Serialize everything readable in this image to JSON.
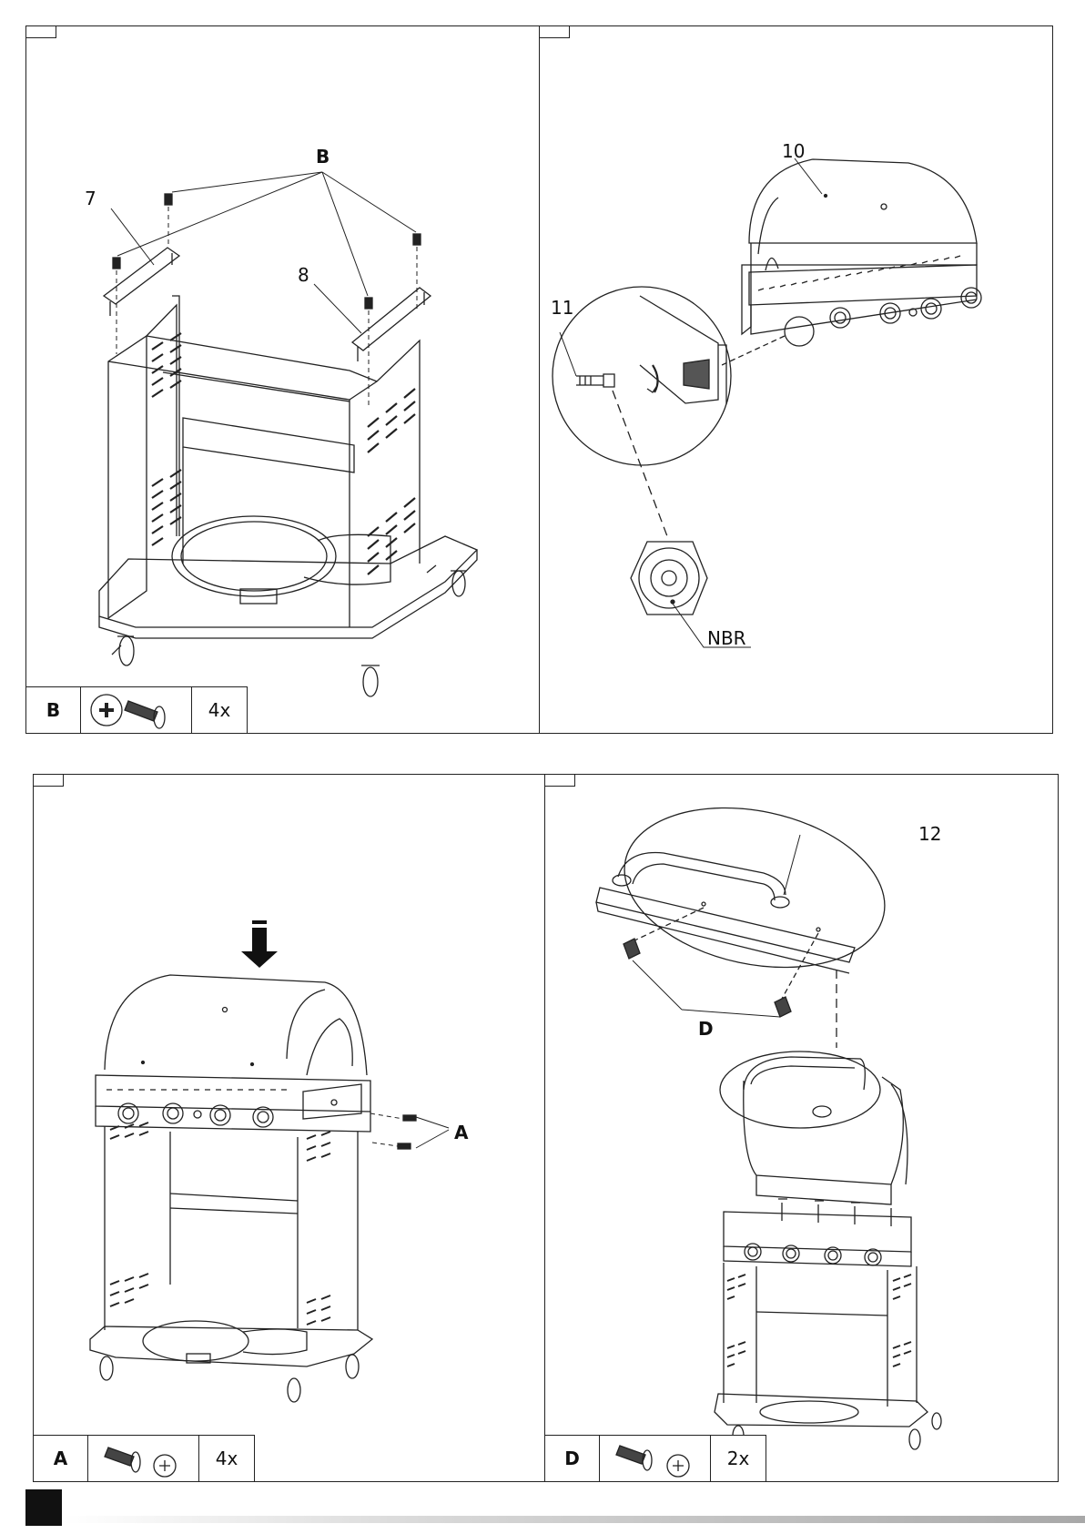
{
  "panels": {
    "p1": {
      "callouts": {
        "b": "B",
        "seven": "7",
        "eight": "8"
      },
      "legend": {
        "key": "B",
        "qty": "4x"
      }
    },
    "p2": {
      "callouts": {
        "ten": "10",
        "eleven": "11",
        "nbr": "NBR"
      }
    },
    "p3": {
      "callouts": {
        "a": "A"
      },
      "legend": {
        "key": "A",
        "qty": "4x"
      }
    },
    "p4": {
      "callouts": {
        "twelve": "12",
        "d": "D"
      },
      "legend": {
        "key": "D",
        "qty": "2x"
      }
    }
  },
  "icons": [
    "screw-icon",
    "phillips-head-icon",
    "down-arrow-icon"
  ],
  "colors": {
    "line": "#222222",
    "ink": "#111111",
    "footer_block": "#111111"
  }
}
